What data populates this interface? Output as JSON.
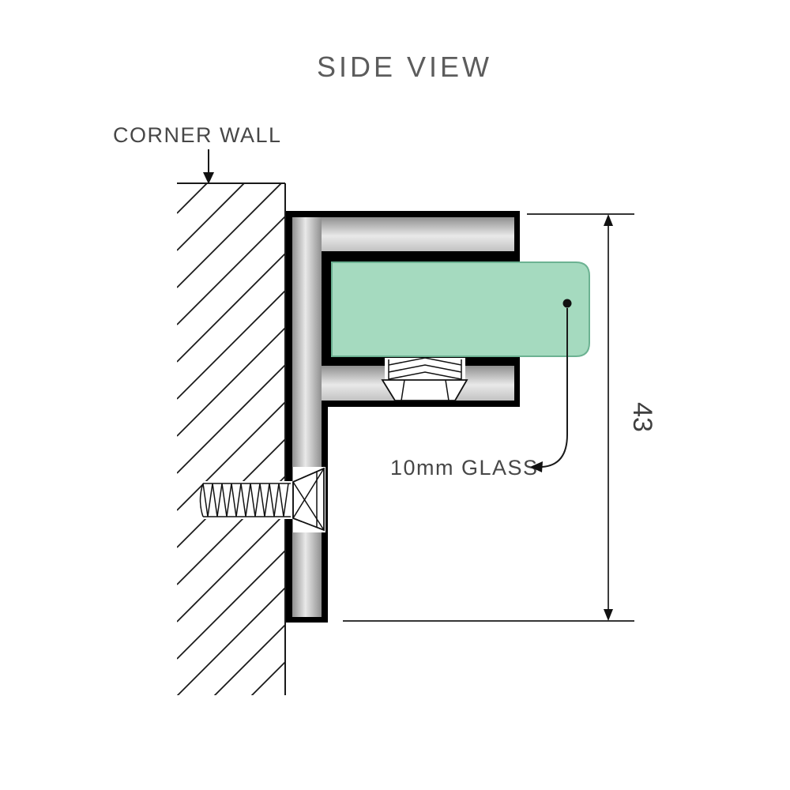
{
  "title": "SIDE VIEW",
  "labels": {
    "corner_wall": "CORNER WALL",
    "glass": "10mm GLASS",
    "dimension_value": "43"
  },
  "diagram": {
    "view": "side",
    "parts": [
      "corner-wall",
      "clamp-bracket",
      "glass-panel",
      "grub-screw",
      "wall-fixing-screw",
      "height-dimension"
    ],
    "dimension": 43,
    "glass_thickness": "10mm"
  },
  "colors": {
    "title_text": "#5c5c5c",
    "label_text": "#474747",
    "outline": "#000000",
    "line": "#1a1a1a",
    "glass_fill": "#a5dabf",
    "glass_stroke": "#6cb292",
    "metal_light": "#e9e9e9",
    "metal_mid": "#c2c2c2",
    "metal_dark": "#8f8f8f",
    "background": "#ffffff"
  }
}
